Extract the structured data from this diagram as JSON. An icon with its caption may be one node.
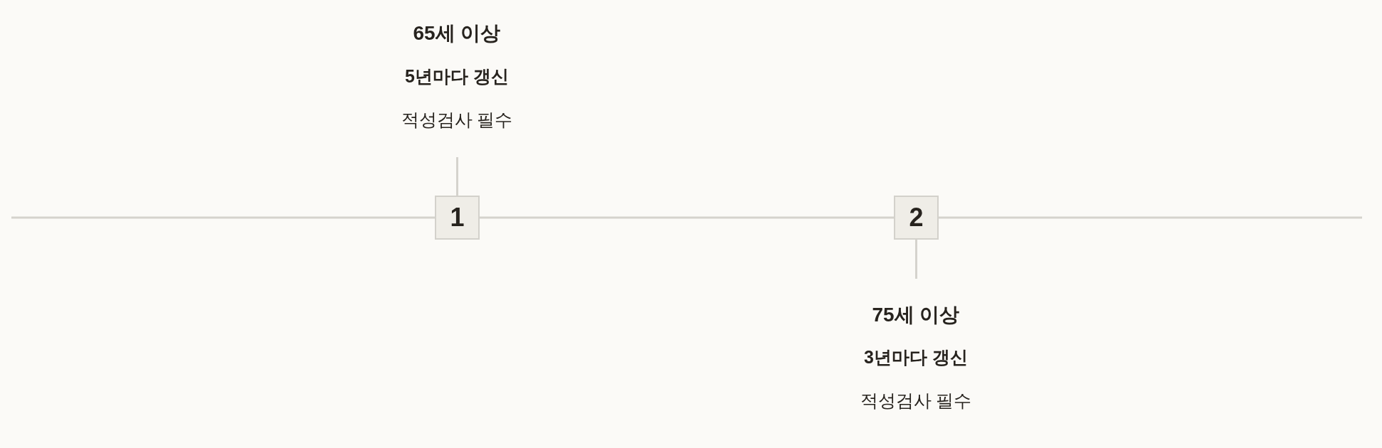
{
  "diagram": {
    "nodes": [
      {
        "text": [
          "65세 이상",
          "5년마다 갱신",
          "적성검사 필수"
        ]
      },
      {
        "text": [
          "1"
        ]
      },
      {
        "text": [
          "2"
        ]
      },
      {
        "text": [
          "75세 이상",
          "3년마다 갱신",
          "적성검사 필수"
        ]
      }
    ],
    "edges": [
      {
        "from": 1,
        "to": 0,
        "arrow": "none"
      },
      {
        "from": null,
        "to": 1,
        "arrow": "none"
      },
      {
        "from": 1,
        "to": 2,
        "arrow": "none"
      },
      {
        "from": 2,
        "to": null,
        "arrow": "none"
      },
      {
        "from": 2,
        "to": 3,
        "arrow": "none"
      }
    ]
  }
}
